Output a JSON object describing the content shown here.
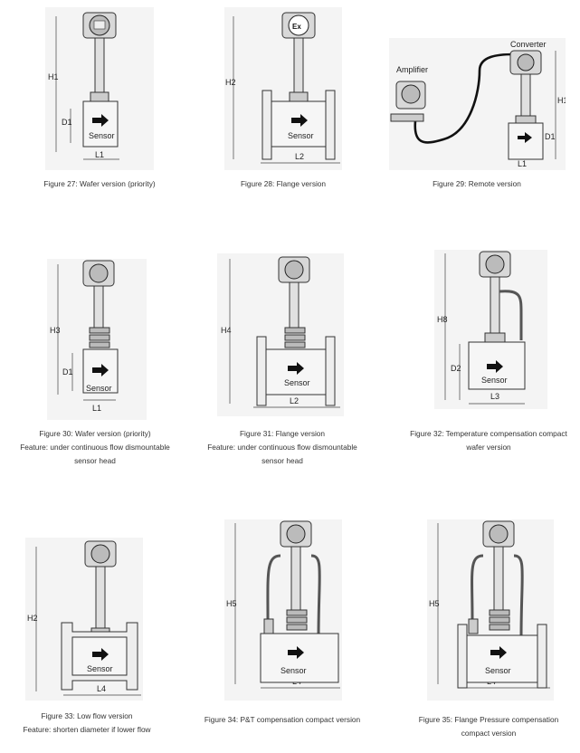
{
  "figures": [
    {
      "id": "27",
      "caption": [
        "Figure 27: Wafer version (priority)"
      ],
      "labels": {
        "height": "H1",
        "diameter": "D1",
        "length": "L1",
        "body": "Sensor"
      }
    },
    {
      "id": "28",
      "caption": [
        "Figure 28: Flange version"
      ],
      "labels": {
        "height": "H2",
        "length": "L2",
        "body": "Sensor",
        "badge": "Ex"
      }
    },
    {
      "id": "29",
      "caption": [
        "Figure 29: Remote version"
      ],
      "labels": {
        "height": "H1",
        "diameter": "D1",
        "length": "L1",
        "amplifier": "Amplifier",
        "converter": "Converter"
      }
    },
    {
      "id": "30",
      "caption": [
        "Figure 30: Wafer version (priority)",
        "Feature: under continuous flow dismountable",
        "sensor head"
      ],
      "labels": {
        "height": "H3",
        "diameter": "D1",
        "length": "L1",
        "body": "Sensor"
      }
    },
    {
      "id": "31",
      "caption": [
        "Figure 31: Flange version",
        "Feature: under continuous flow dismountable",
        "sensor head"
      ],
      "labels": {
        "height": "H4",
        "length": "L2",
        "body": "Sensor"
      }
    },
    {
      "id": "32",
      "caption": [
        "Figure 32: Temperature compensation compact",
        "wafer version"
      ],
      "labels": {
        "height": "H8",
        "diameter": "D2",
        "length": "L3",
        "body": "Sensor"
      }
    },
    {
      "id": "33",
      "caption": [
        "Figure 33: Low flow version",
        "Feature: shorten diameter if lower flow"
      ],
      "labels": {
        "height": "H2",
        "length": "L4",
        "body": "Sensor"
      }
    },
    {
      "id": "34",
      "caption": [
        "Figure 34: P&T compensation compact version"
      ],
      "labels": {
        "height": "H5",
        "length": "L4",
        "body": "Sensor"
      }
    },
    {
      "id": "35",
      "caption": [
        "Figure 35: Flange Pressure compensation",
        "compact version"
      ],
      "labels": {
        "height": "H5",
        "length": "L4",
        "body": "Sensor"
      }
    }
  ]
}
